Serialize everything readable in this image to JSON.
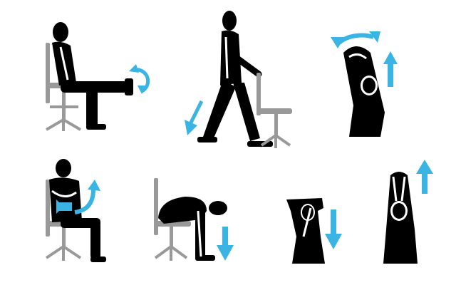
{
  "colors": {
    "background": "#ffffff",
    "figure": "#000000",
    "chair": "#999999",
    "arrow": "#3ab4e2",
    "outline": "#ffffff"
  },
  "exercises": [
    {
      "id": "seated-leg-extension",
      "icon": "person-seated-leg-extension-icon",
      "arrow": "rotate-arrow-icon"
    },
    {
      "id": "standing-calf-stretch",
      "icon": "person-standing-lunge-icon",
      "arrow": "down-arrow-icon"
    },
    {
      "id": "overhead-side-stretch",
      "icon": "person-arms-overhead-arc-icon",
      "arrow": "arc-arrow-and-up-arrow-icon"
    },
    {
      "id": "seated-torso-twist",
      "icon": "person-seated-twist-icon",
      "arrow": "rotate-arrow-icon"
    },
    {
      "id": "seated-forward-bend",
      "icon": "person-seated-forward-bend-icon",
      "arrow": "down-arrow-icon"
    },
    {
      "id": "triceps-stretch",
      "icon": "person-triceps-stretch-icon",
      "arrow": "down-arrow-icon"
    },
    {
      "id": "overhead-reach",
      "icon": "person-overhead-reach-icon",
      "arrow": "up-arrow-icon"
    }
  ]
}
